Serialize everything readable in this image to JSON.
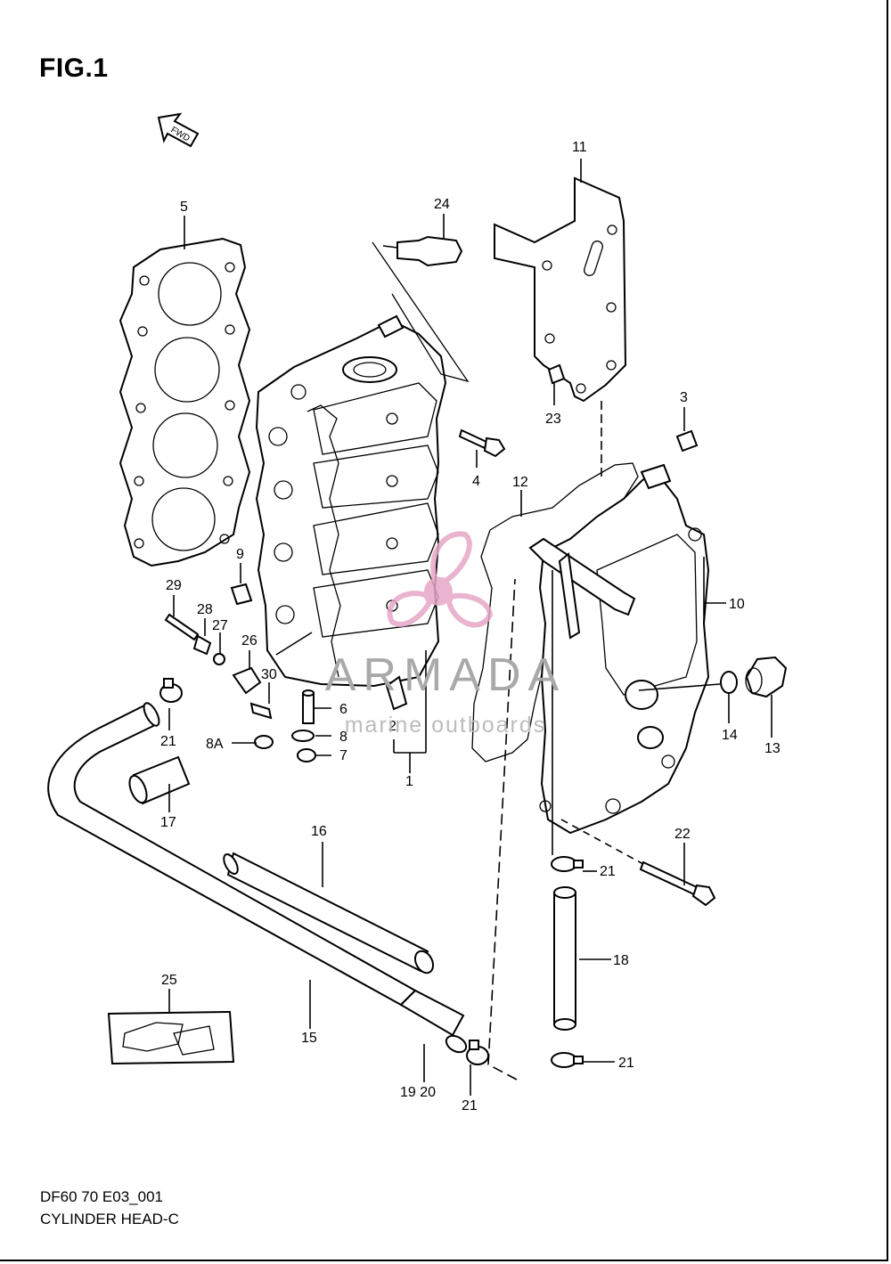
{
  "figure": {
    "title": "FIG.1",
    "code": "DF60 70 E03_001",
    "name": "CYLINDER HEAD-C",
    "fwd_label": "FWD"
  },
  "watermark": {
    "brand": "ARMADA",
    "tagline": "marine outboards",
    "logo_color": "#e7a6c7"
  },
  "callouts": {
    "c1": "1",
    "c2": "2",
    "c3": "3",
    "c4": "4",
    "c5": "5",
    "c6": "6",
    "c7": "7",
    "c8": "8",
    "c8a": "8A",
    "c9": "9",
    "c10": "10",
    "c11": "11",
    "c12": "12",
    "c13": "13",
    "c14": "14",
    "c15": "15",
    "c16": "16",
    "c17": "17",
    "c18": "18",
    "c1920": "19 20",
    "c21a": "21",
    "c21b": "21",
    "c21c": "21",
    "c21d": "21",
    "c22": "22",
    "c23": "23",
    "c24": "24",
    "c25": "25",
    "c26": "26",
    "c27": "27",
    "c28": "28",
    "c29": "29",
    "c30": "30"
  }
}
